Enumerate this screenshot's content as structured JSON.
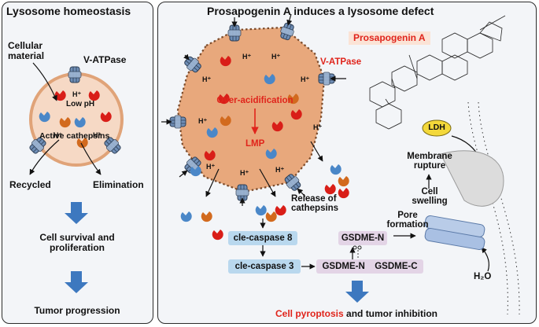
{
  "left_panel": {
    "title": "Lysosome homeostasis",
    "cellular_material": "Cellular\nmaterial",
    "v_atpase": "V-ATPase",
    "h_plus": "H⁺",
    "low_ph": "Low pH",
    "active_cathepsins": "Active cathepsins",
    "recycled": "Recycled",
    "elimination": "Elimination",
    "cell_survival": "Cell survival and\nproliferation",
    "tumor_progression": "Tumor progression"
  },
  "right_panel": {
    "title": "Prosapogenin A induces a lysosome defect",
    "compound_label": "Prosapogenin A",
    "v_atpase": "V-ATPase",
    "h_plus": "H⁺",
    "over_acidification": "Over-acidification",
    "lmp": "LMP",
    "release_of_cathepsins": "Release of\ncathepsins",
    "cle_caspase8": "cle-caspase 8",
    "cle_caspase3": "cle-caspase 3",
    "gsdme_n": "GSDME-N",
    "gsdme_n_full": "GSDME-N",
    "gsdme_c": "GSDME-C",
    "pore_formation": "Pore\nformation",
    "cell_swelling": "Cell\nswelling",
    "membrane_rupture": "Membrane\nrupture",
    "ldh": "LDH",
    "water": "H₂O",
    "outcome_red": "Cell pyroptosis",
    "outcome_black": " and tumor inhibition"
  },
  "colors": {
    "lysosome_fill": "#e8a87c",
    "lysosome_border": "#7a4a2a",
    "cathepsin_red": "#d91e18",
    "cathepsin_blue": "#4a87c8",
    "cathepsin_orange": "#d26a1e",
    "arrow_blue": "#3d78bf",
    "ldh_yellow": "#f3d83a"
  }
}
